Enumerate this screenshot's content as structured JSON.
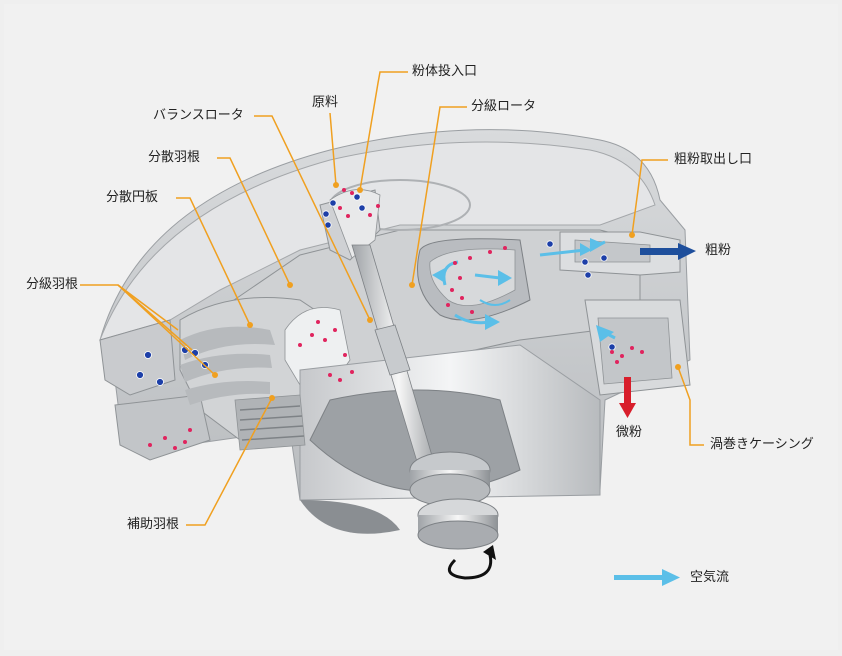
{
  "labels": {
    "raw_material": "原料",
    "powder_inlet": "粉体投入口",
    "balance_rotor": "バランスロータ",
    "classifier_rotor": "分級ロータ",
    "dispersion_blade": "分散羽根",
    "coarse_outlet": "粗粉取出し口",
    "dispersion_disk": "分散円板",
    "coarse_powder": "粗粉",
    "classifier_blade": "分級羽根",
    "fine_powder": "微粉",
    "scroll_casing": "渦巻きケーシング",
    "auxiliary_blade": "補助羽根",
    "airflow": "空気流"
  },
  "colors": {
    "leader": "#f0a020",
    "airflow": "#5bbfe8",
    "coarse": "#1e4f9c",
    "fine": "#d81e2b",
    "blue_particle": "#1d3fa8",
    "red_particle": "#e0245e"
  }
}
